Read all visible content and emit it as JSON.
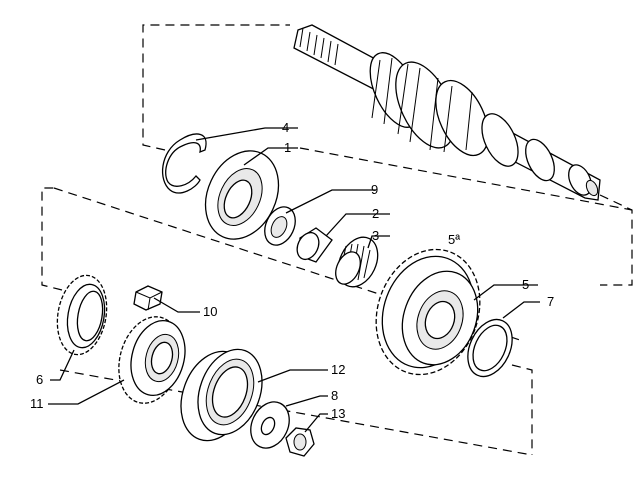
{
  "callouts": [
    {
      "id": "1",
      "text": "1"
    },
    {
      "id": "2",
      "text": "2"
    },
    {
      "id": "3",
      "text": "3"
    },
    {
      "id": "4",
      "text": "4"
    },
    {
      "id": "5",
      "text": "5"
    },
    {
      "id": "5a",
      "text": "5ª"
    },
    {
      "id": "6",
      "text": "6"
    },
    {
      "id": "7",
      "text": "7"
    },
    {
      "id": "8",
      "text": "8"
    },
    {
      "id": "9",
      "text": "9"
    },
    {
      "id": "10",
      "text": "10"
    },
    {
      "id": "11",
      "text": "11"
    },
    {
      "id": "12",
      "text": "12"
    },
    {
      "id": "13",
      "text": "13"
    }
  ]
}
